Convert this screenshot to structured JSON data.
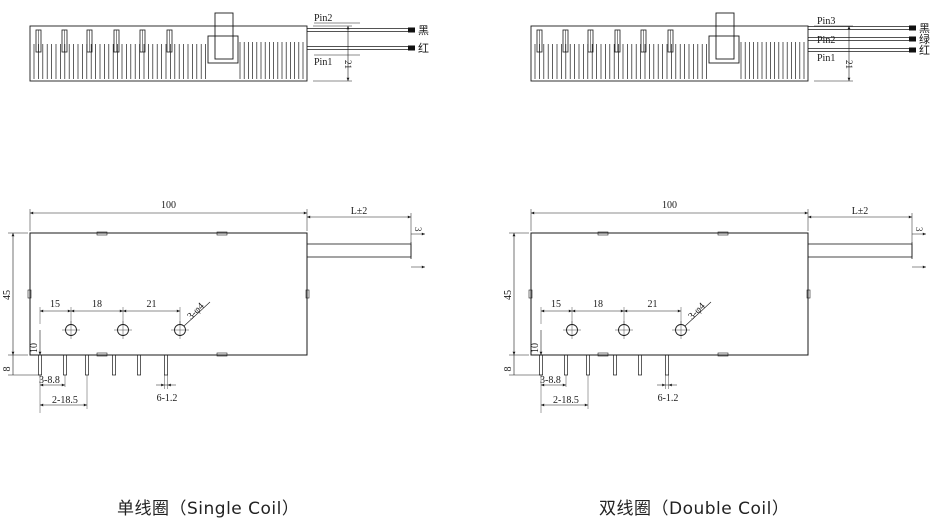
{
  "colors": {
    "line": "#1a1a1a",
    "wire_tip": "#111111",
    "background": "#ffffff"
  },
  "single": {
    "caption": "单线圈（Single Coil）",
    "pins": [
      "Pin2",
      "Pin1"
    ],
    "wires": [
      "黑",
      "红"
    ],
    "dims": {
      "side_height": "21",
      "length": "100",
      "lead": "L±2",
      "lead_dia": "3",
      "height": "45",
      "base": "8",
      "hole_from_base": "10",
      "spacing_a": "15",
      "spacing_b": "18",
      "spacing_c": "21",
      "holes": "3-φ4",
      "pin_pitch": "3-8.8",
      "pin_span": "2-18.5",
      "pin_size": "6-1.2"
    }
  },
  "double": {
    "caption": "双线圈（Double Coil）",
    "pins": [
      "Pin3",
      "Pin2",
      "Pin1"
    ],
    "wires": [
      "黑",
      "绿",
      "红"
    ],
    "dims": {
      "side_height": "21",
      "length": "100",
      "lead": "L±2",
      "lead_dia": "3",
      "height": "45",
      "base": "8",
      "hole_from_base": "10",
      "spacing_a": "15",
      "spacing_b": "18",
      "spacing_c": "21",
      "holes": "3-φ4",
      "pin_pitch": "3-8.8",
      "pin_span": "2-18.5",
      "pin_size": "6-1.2"
    }
  }
}
